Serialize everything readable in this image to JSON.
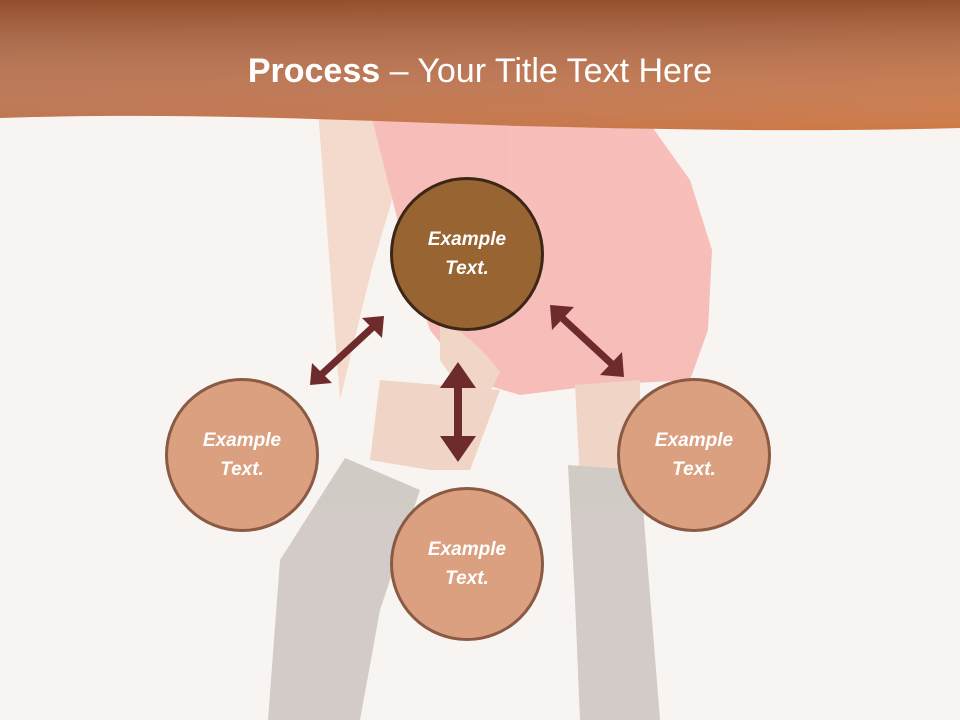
{
  "slide": {
    "title_bold": "Process",
    "title_rest": " – Your Title Text Here"
  },
  "nodes": {
    "top": "Example Text.",
    "left": "Example Text.",
    "bottom": "Example Text.",
    "right": "Example Text."
  },
  "colors": {
    "banner_dark": "#8a4a25",
    "banner_light": "#c8703c",
    "center_node": "#986432",
    "outer_node": "#dba07f",
    "arrow": "#6e2b2b"
  }
}
